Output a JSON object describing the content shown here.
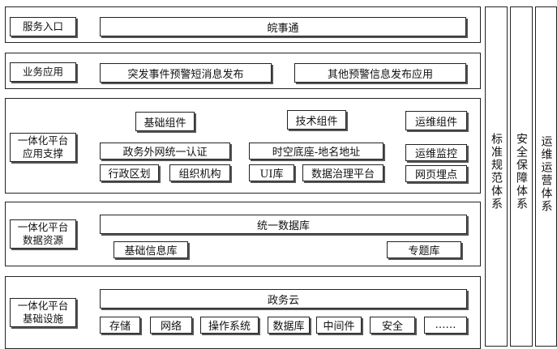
{
  "service_entry": {
    "label": "服务入口",
    "items": [
      "皖事通"
    ]
  },
  "business_apps": {
    "label": "业务应用",
    "items": [
      "突发事件预警短消息发布",
      "其他预警信息发布应用"
    ]
  },
  "app_support": {
    "label_line1": "一体化平台",
    "label_line2": "应用支撑",
    "group_headers": [
      "基础组件",
      "技术组件",
      "运维组件"
    ],
    "items": [
      "政务外网统一认证",
      "时空底座-地名地址",
      "运维监控",
      "行政区划",
      "组织机构",
      "UI库",
      "数据治理平台",
      "网页埋点"
    ]
  },
  "data_resources": {
    "label_line1": "一体化平台",
    "label_line2": "数据资源",
    "unified": "统一数据库",
    "items": [
      "基础信息库",
      "专题库"
    ]
  },
  "infrastructure": {
    "label_line1": "一体化平台",
    "label_line2": "基础设施",
    "cloud": "政务云",
    "items": [
      "存储",
      "网络",
      "操作系统",
      "数据库",
      "中间件",
      "安全",
      "……"
    ]
  },
  "side_systems": [
    "标准规范体系",
    "安全保障体系",
    "运维运营体系"
  ]
}
